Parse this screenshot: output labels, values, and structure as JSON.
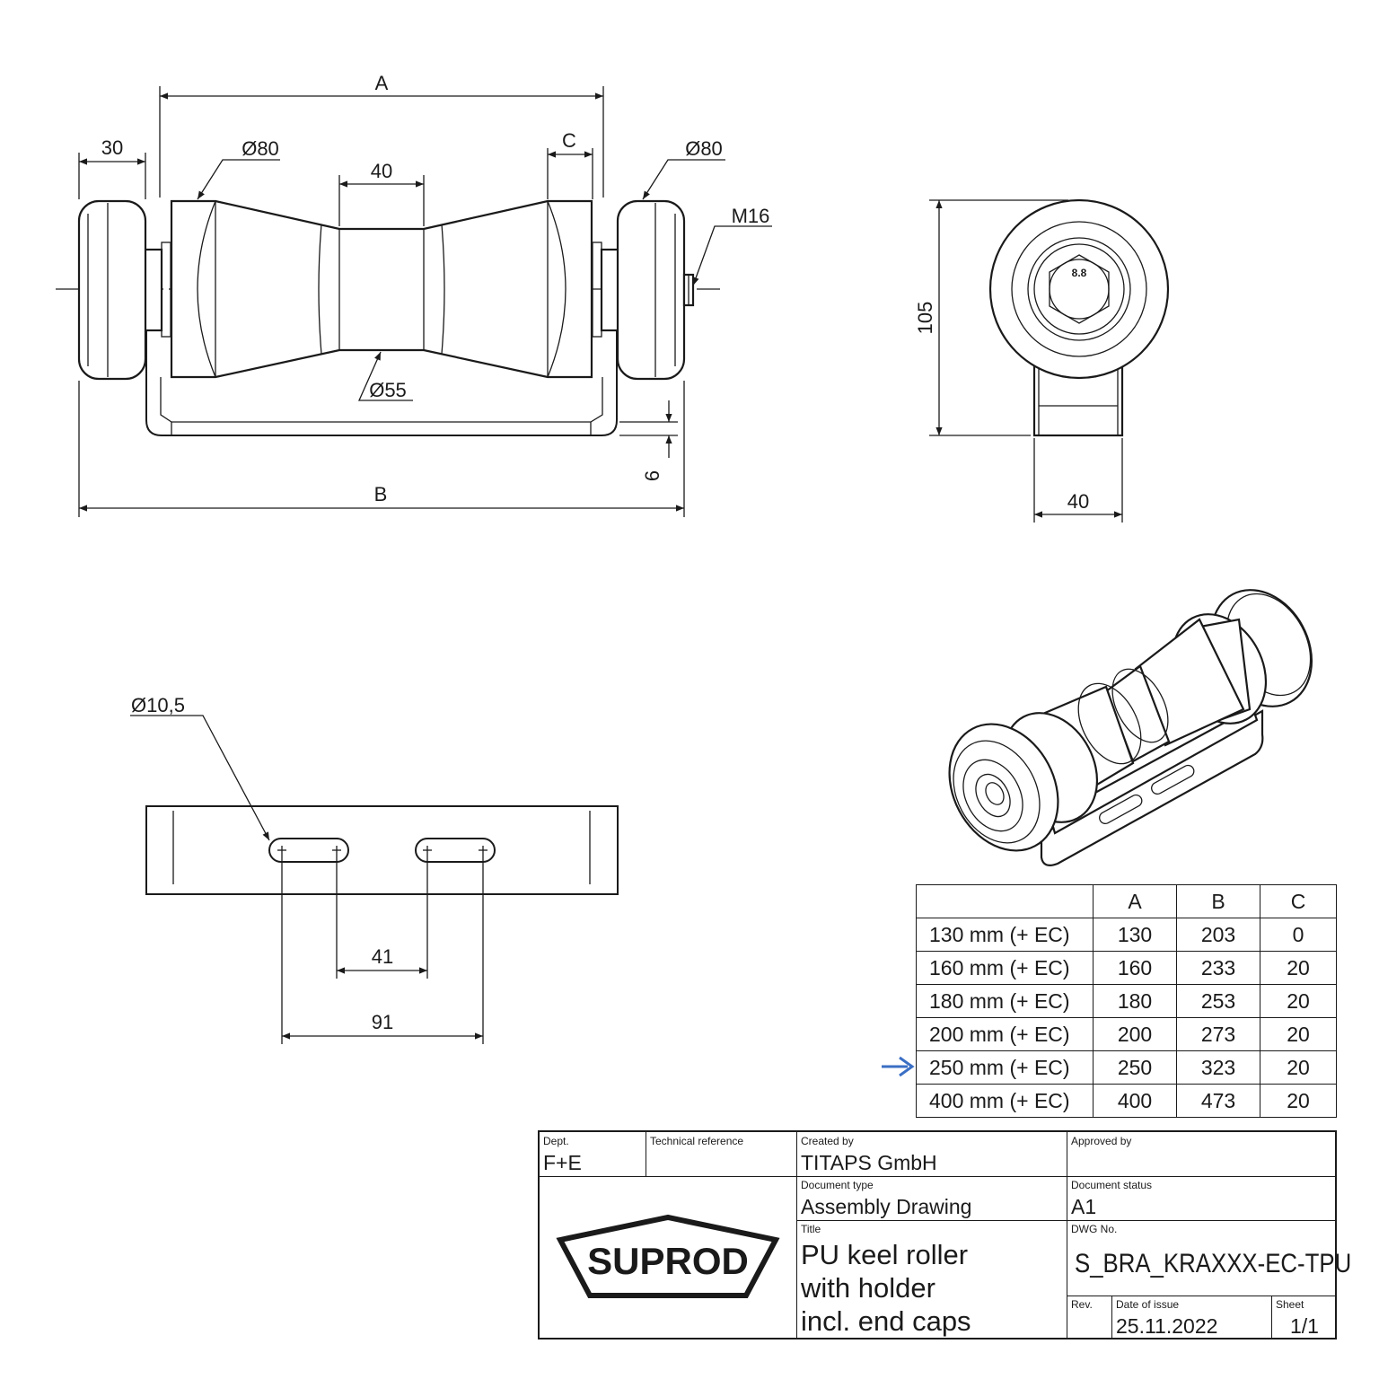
{
  "front_view": {
    "dim_overall_top": "A",
    "dim_overall_bottom": "B",
    "dim_end_cap_width": "30",
    "dim_left_diameter": "Ø80",
    "dim_right_diameter": "Ø80",
    "dim_center_width": "40",
    "dim_center_diameter": "Ø55",
    "dim_spacer": "C",
    "dim_thread": "M16",
    "dim_plate_thickness": "6"
  },
  "side_view": {
    "dim_height": "105",
    "dim_width": "40",
    "bolt_grade": "8.8"
  },
  "plate_view": {
    "dim_hole": "Ø10,5",
    "dim_slot_gap": "41",
    "dim_slot_span": "91"
  },
  "variant_table": {
    "columns": [
      "",
      "A",
      "B",
      "C"
    ],
    "rows": [
      {
        "size": "130 mm (+ EC)",
        "a": "130",
        "b": "203",
        "c": "0"
      },
      {
        "size": "160 mm (+ EC)",
        "a": "160",
        "b": "233",
        "c": "20"
      },
      {
        "size": "180 mm (+ EC)",
        "a": "180",
        "b": "253",
        "c": "20"
      },
      {
        "size": "200 mm (+ EC)",
        "a": "200",
        "b": "273",
        "c": "20"
      },
      {
        "size": "250 mm (+ EC)",
        "a": "250",
        "b": "323",
        "c": "20"
      },
      {
        "size": "400 mm (+ EC)",
        "a": "400",
        "b": "473",
        "c": "20"
      }
    ],
    "highlighted_row": 4,
    "arrow_color": "#3b6fc4"
  },
  "title_block": {
    "dept_label": "Dept.",
    "dept_value": "F+E",
    "tech_ref_label": "Technical reference",
    "tech_ref_value": "",
    "created_by_label": "Created by",
    "created_by_value": "TITAPS GmbH",
    "approved_by_label": "Approved by",
    "approved_by_value": "",
    "doc_type_label": "Document type",
    "doc_type_value": "Assembly Drawing",
    "doc_status_label": "Document status",
    "doc_status_value": "A1",
    "title_label": "Title",
    "title_lines": [
      "PU keel roller",
      "with holder",
      "incl. end caps"
    ],
    "dwg_no_label": "DWG No.",
    "dwg_no_value": "S_BRA_KRAXXX-EC-TPU",
    "rev_label": "Rev.",
    "rev_value": "",
    "date_label": "Date of issue",
    "date_value": "25.11.2022",
    "sheet_label": "Sheet",
    "sheet_value": "1/1",
    "logo_text": "SUPROD"
  }
}
